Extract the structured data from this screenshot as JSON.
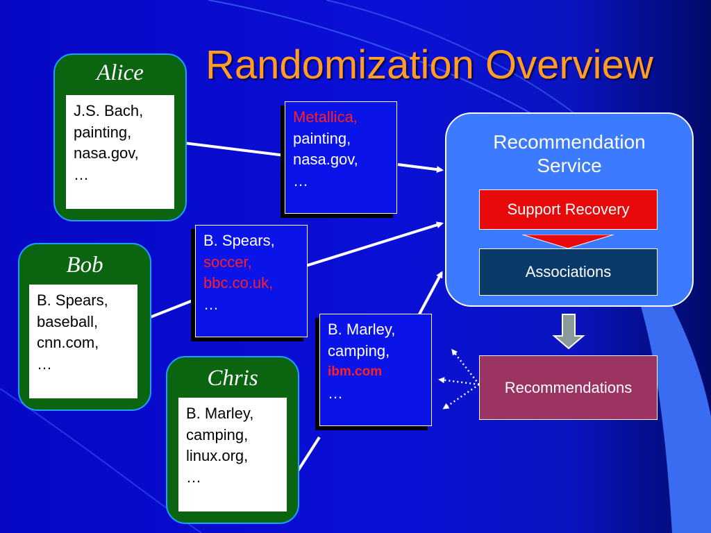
{
  "slide": {
    "title": "Randomization Overview",
    "accent_color": "#ff9c2a"
  },
  "users": [
    {
      "name": "Alice",
      "profile": [
        "J.S. Bach,",
        "painting,",
        "nasa.gov,",
        "…"
      ]
    },
    {
      "name": "Bob",
      "profile": [
        "B. Spears,",
        "baseball,",
        "cnn.com,",
        "…"
      ]
    },
    {
      "name": "Chris",
      "profile": [
        "B. Marley,",
        "camping,",
        "linux.org,",
        "…"
      ]
    }
  ],
  "randomized": [
    {
      "lines": [
        {
          "text": "Metallica,",
          "style": "red"
        },
        {
          "text": "painting,",
          "style": "normal"
        },
        {
          "text": "nasa.gov,",
          "style": "normal"
        },
        {
          "text": "…",
          "style": "normal"
        }
      ]
    },
    {
      "lines": [
        {
          "text": "B. Spears,",
          "style": "normal"
        },
        {
          "text": "soccer,",
          "style": "red"
        },
        {
          "text": "bbc.co.uk,",
          "style": "red"
        },
        {
          "text": "…",
          "style": "normal"
        }
      ]
    },
    {
      "lines": [
        {
          "text": "B. Marley,",
          "style": "normal"
        },
        {
          "text": "camping,",
          "style": "normal"
        },
        {
          "text": "ibm.com",
          "style": "redb"
        },
        {
          "text": "…",
          "style": "normal"
        }
      ]
    }
  ],
  "service": {
    "title_line1": "Recommendation",
    "title_line2": "Service",
    "support_recovery": "Support Recovery",
    "associations": "Associations"
  },
  "output": {
    "recommendations": "Recommendations"
  },
  "colors": {
    "user_box": "#0a6410",
    "service_box": "#3c7bff",
    "support_recovery": "#e80a0a",
    "associations": "#0a3a6a",
    "recommendations": "#9b3462"
  }
}
